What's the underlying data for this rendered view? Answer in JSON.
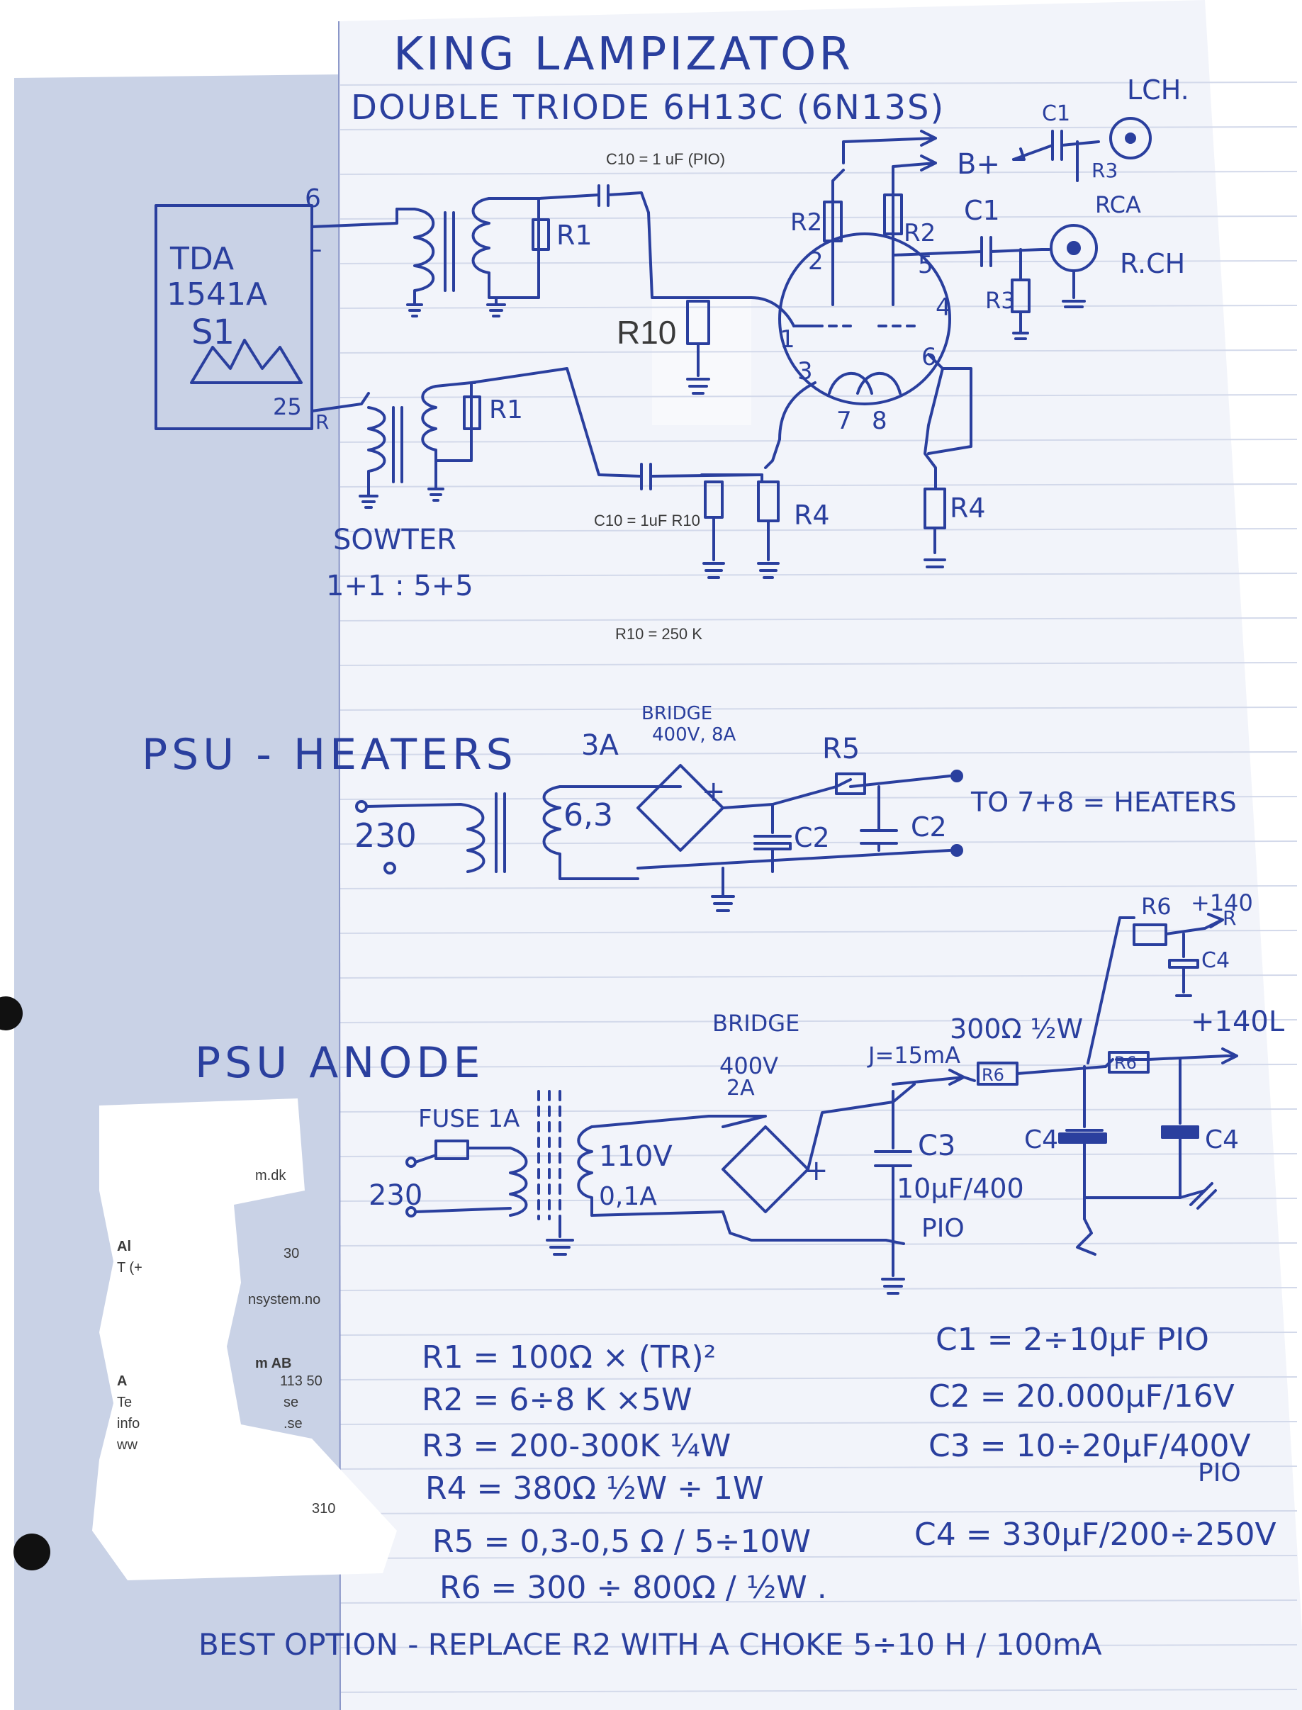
{
  "header": {
    "title": "KING LAMPIZATOR",
    "subtitle": "DOUBLE TRIODE   6H13C (6N13S)",
    "channel": "LCH."
  },
  "dac": {
    "chip": "TDA",
    "model": "1541A",
    "variant": "S1",
    "pin_l_number": "6",
    "pin_l": "L",
    "pin_r_number": "25",
    "pin_r": "R"
  },
  "transformer_note": {
    "name": "SOWTER",
    "ratio": "1+1 : 5+5"
  },
  "typed_notes": {
    "c10_top": "C10 = 1 uF (PIO)",
    "r10_label": "R10",
    "c10_bottom": "C10 = 1uF R10",
    "r10_value": "R10 = 250 K"
  },
  "tube_stage": {
    "r1": "R1",
    "r1_lower": "R1",
    "r2_left": "R2",
    "r2_right": "R2",
    "r3": "R3",
    "r3_top": "R3",
    "r4_left": "R4",
    "r4_right": "R4",
    "c1": "C1",
    "c1_top": "C1",
    "bplus": "B+",
    "rca_top": "RCA",
    "rca_out": "R.CH",
    "pins": [
      "1",
      "2",
      "3",
      "4",
      "5",
      "6",
      "7",
      "8"
    ]
  },
  "psu_heaters": {
    "title": "PSU - HEATERS",
    "fuse": "3A",
    "bridge": "BRIDGE",
    "bridge_rating": "400V, 8A",
    "mains": "230",
    "secondary": "6,3",
    "plus": "+",
    "r5": "R5",
    "c2a": "C2",
    "c2b": "C2",
    "output": "TO 7+8 = HEATERS"
  },
  "psu_anode": {
    "title": "PSU ANODE",
    "fuse": "FUSE 1A",
    "mains": "230",
    "secondary": "110V",
    "secondary_current": "0,1A",
    "bridge": "BRIDGE",
    "bridge_voltage": "400V",
    "bridge_current": "2A",
    "plus": "+",
    "current": "J=15mA",
    "r6_spec": "300Ω ½W",
    "r6a": "R6",
    "r6b": "R6",
    "r6_top": "R6",
    "top_voltage": "+140",
    "top_voltage_r": "R",
    "c4_top": "C4",
    "c3": "C3",
    "c3_value": "10μF/400",
    "c3_type": "PIO",
    "c4_mid": "C4",
    "c4_right": "C4",
    "out_voltage": "+140L"
  },
  "component_values": {
    "left": [
      "R1 = 100Ω × (TR)²",
      "R2 = 6÷8 K ×5W",
      "R3 = 200-300K ¼W",
      "R4 = 380Ω ½W ÷ 1W",
      "R5 = 0,3-0,5 Ω / 5÷10W",
      "R6 = 300 ÷ 800Ω / ½W ."
    ],
    "right": [
      "C1 = 2÷10μF PIO",
      "C2 = 20.000μF/16V",
      "C3 = 10÷20μF/400V",
      "PIO",
      "C4 = 330μF/200÷250V"
    ]
  },
  "footer": {
    "note": "BEST OPTION - REPLACE R2 WITH A CHOKE  5÷10 H / 100mA"
  },
  "background_sheet": {
    "lines": [
      "m.dk",
      "Al",
      "T (+",
      "30",
      "nsystem.no",
      "A",
      "m AB",
      "113 50",
      "Te",
      "se",
      "info",
      ".se",
      "ww",
      "310"
    ]
  },
  "colors": {
    "ink": "#2a3f9e",
    "paper": "#f2f4fa",
    "backsheet": "#c9d2e6",
    "typed": "#3a3a3a",
    "r10_text": "#1f5a3e"
  }
}
